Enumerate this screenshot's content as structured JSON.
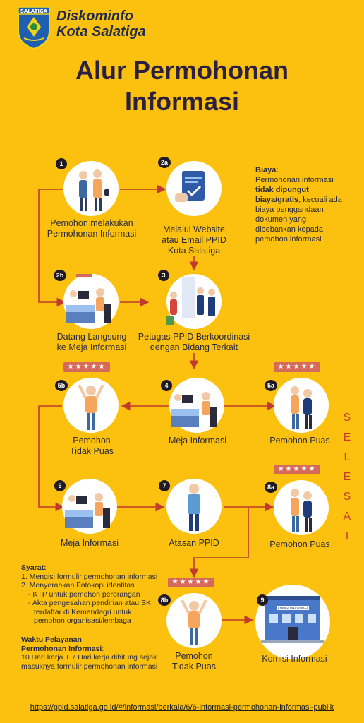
{
  "header": {
    "org_line1": "Diskominfo",
    "org_line2": "Kota Salatiga",
    "logo_text": "SALATIGA",
    "title_line1": "Alur Permohonan",
    "title_line2": "Informasi"
  },
  "steps": {
    "s1": {
      "badge": "1",
      "line1": "Pemohon melakukan",
      "line2": "Permohonan Informasi"
    },
    "s2a": {
      "badge": "2a",
      "line1": "Melalui Website",
      "line2": "atau Email PPID",
      "line3": "Kota Salatiga"
    },
    "s2b": {
      "badge": "2b",
      "line1": "Datang Langsung",
      "line2": "ke Meja Informasi"
    },
    "s3": {
      "badge": "3",
      "line1": "Petugas PPID Berkoordinasi",
      "line2": "dengan Bidang Terkait"
    },
    "s4": {
      "badge": "4",
      "line1": "Meja Informasi"
    },
    "s5a": {
      "badge": "5a",
      "line1": "Pemohon Puas"
    },
    "s5b": {
      "badge": "5b",
      "line1": "Pemohon",
      "line2": "Tidak Puas"
    },
    "s6": {
      "badge": "6",
      "line1": "Meja Informasi"
    },
    "s7": {
      "badge": "7",
      "line1": "Atasan PPID"
    },
    "s8a": {
      "badge": "8a",
      "line1": "Pemohon Puas"
    },
    "s8b": {
      "badge": "8b",
      "line1": "Pemohon",
      "line2": "Tidak Puas"
    },
    "s9": {
      "badge": "9",
      "line1": "Komisi Informasi",
      "building_sign": "KOMISI INFORMASI"
    }
  },
  "rating_stars": "★★★★★",
  "biaya": {
    "heading": "Biaya:",
    "line1": "Permohonan informasi",
    "highlight1": "tidak dipungut",
    "highlight2": "biaya/gratis",
    "line3": ", kecuali ada",
    "line4": "biaya penggandaan",
    "line5": "dokumen yang",
    "line6": "dibebankan kepada",
    "line7": "pemohon informasi"
  },
  "selesai": [
    "S",
    "E",
    "L",
    "E",
    "S",
    "A",
    "I"
  ],
  "syarat": {
    "heading": "Syarat:",
    "item1": "1. Mengisi formulir permohonan informasi",
    "item2": "2. Menyerahkan Fotokopi identitas",
    "sub1": "- KTP untuk pemohon perorangan",
    "sub2a": "- Akta pengesahan pendirian atau SK",
    "sub2b": "terdaftar di Kemendagri untuk",
    "sub2c": "pemohon organisasi/lembaga"
  },
  "waktu": {
    "heading1": "Waktu Pelayanan",
    "heading2": "Permohonan Informasi",
    "colon": ":",
    "line1": "10 Hari kerja + 7 Hari kerja dihitung sejak",
    "line2": "masuknya formulir permohonan informasi"
  },
  "footer": {
    "url": "https://ppid.salatiga.go.id/#/informasi/berkala/6/6-informasi-permohonan-informasi-publik"
  },
  "colors": {
    "background": "#fcc10f",
    "arrow": "#c23a2b",
    "text_dark": "#2b2a3d",
    "badge": "#1f1a24"
  }
}
